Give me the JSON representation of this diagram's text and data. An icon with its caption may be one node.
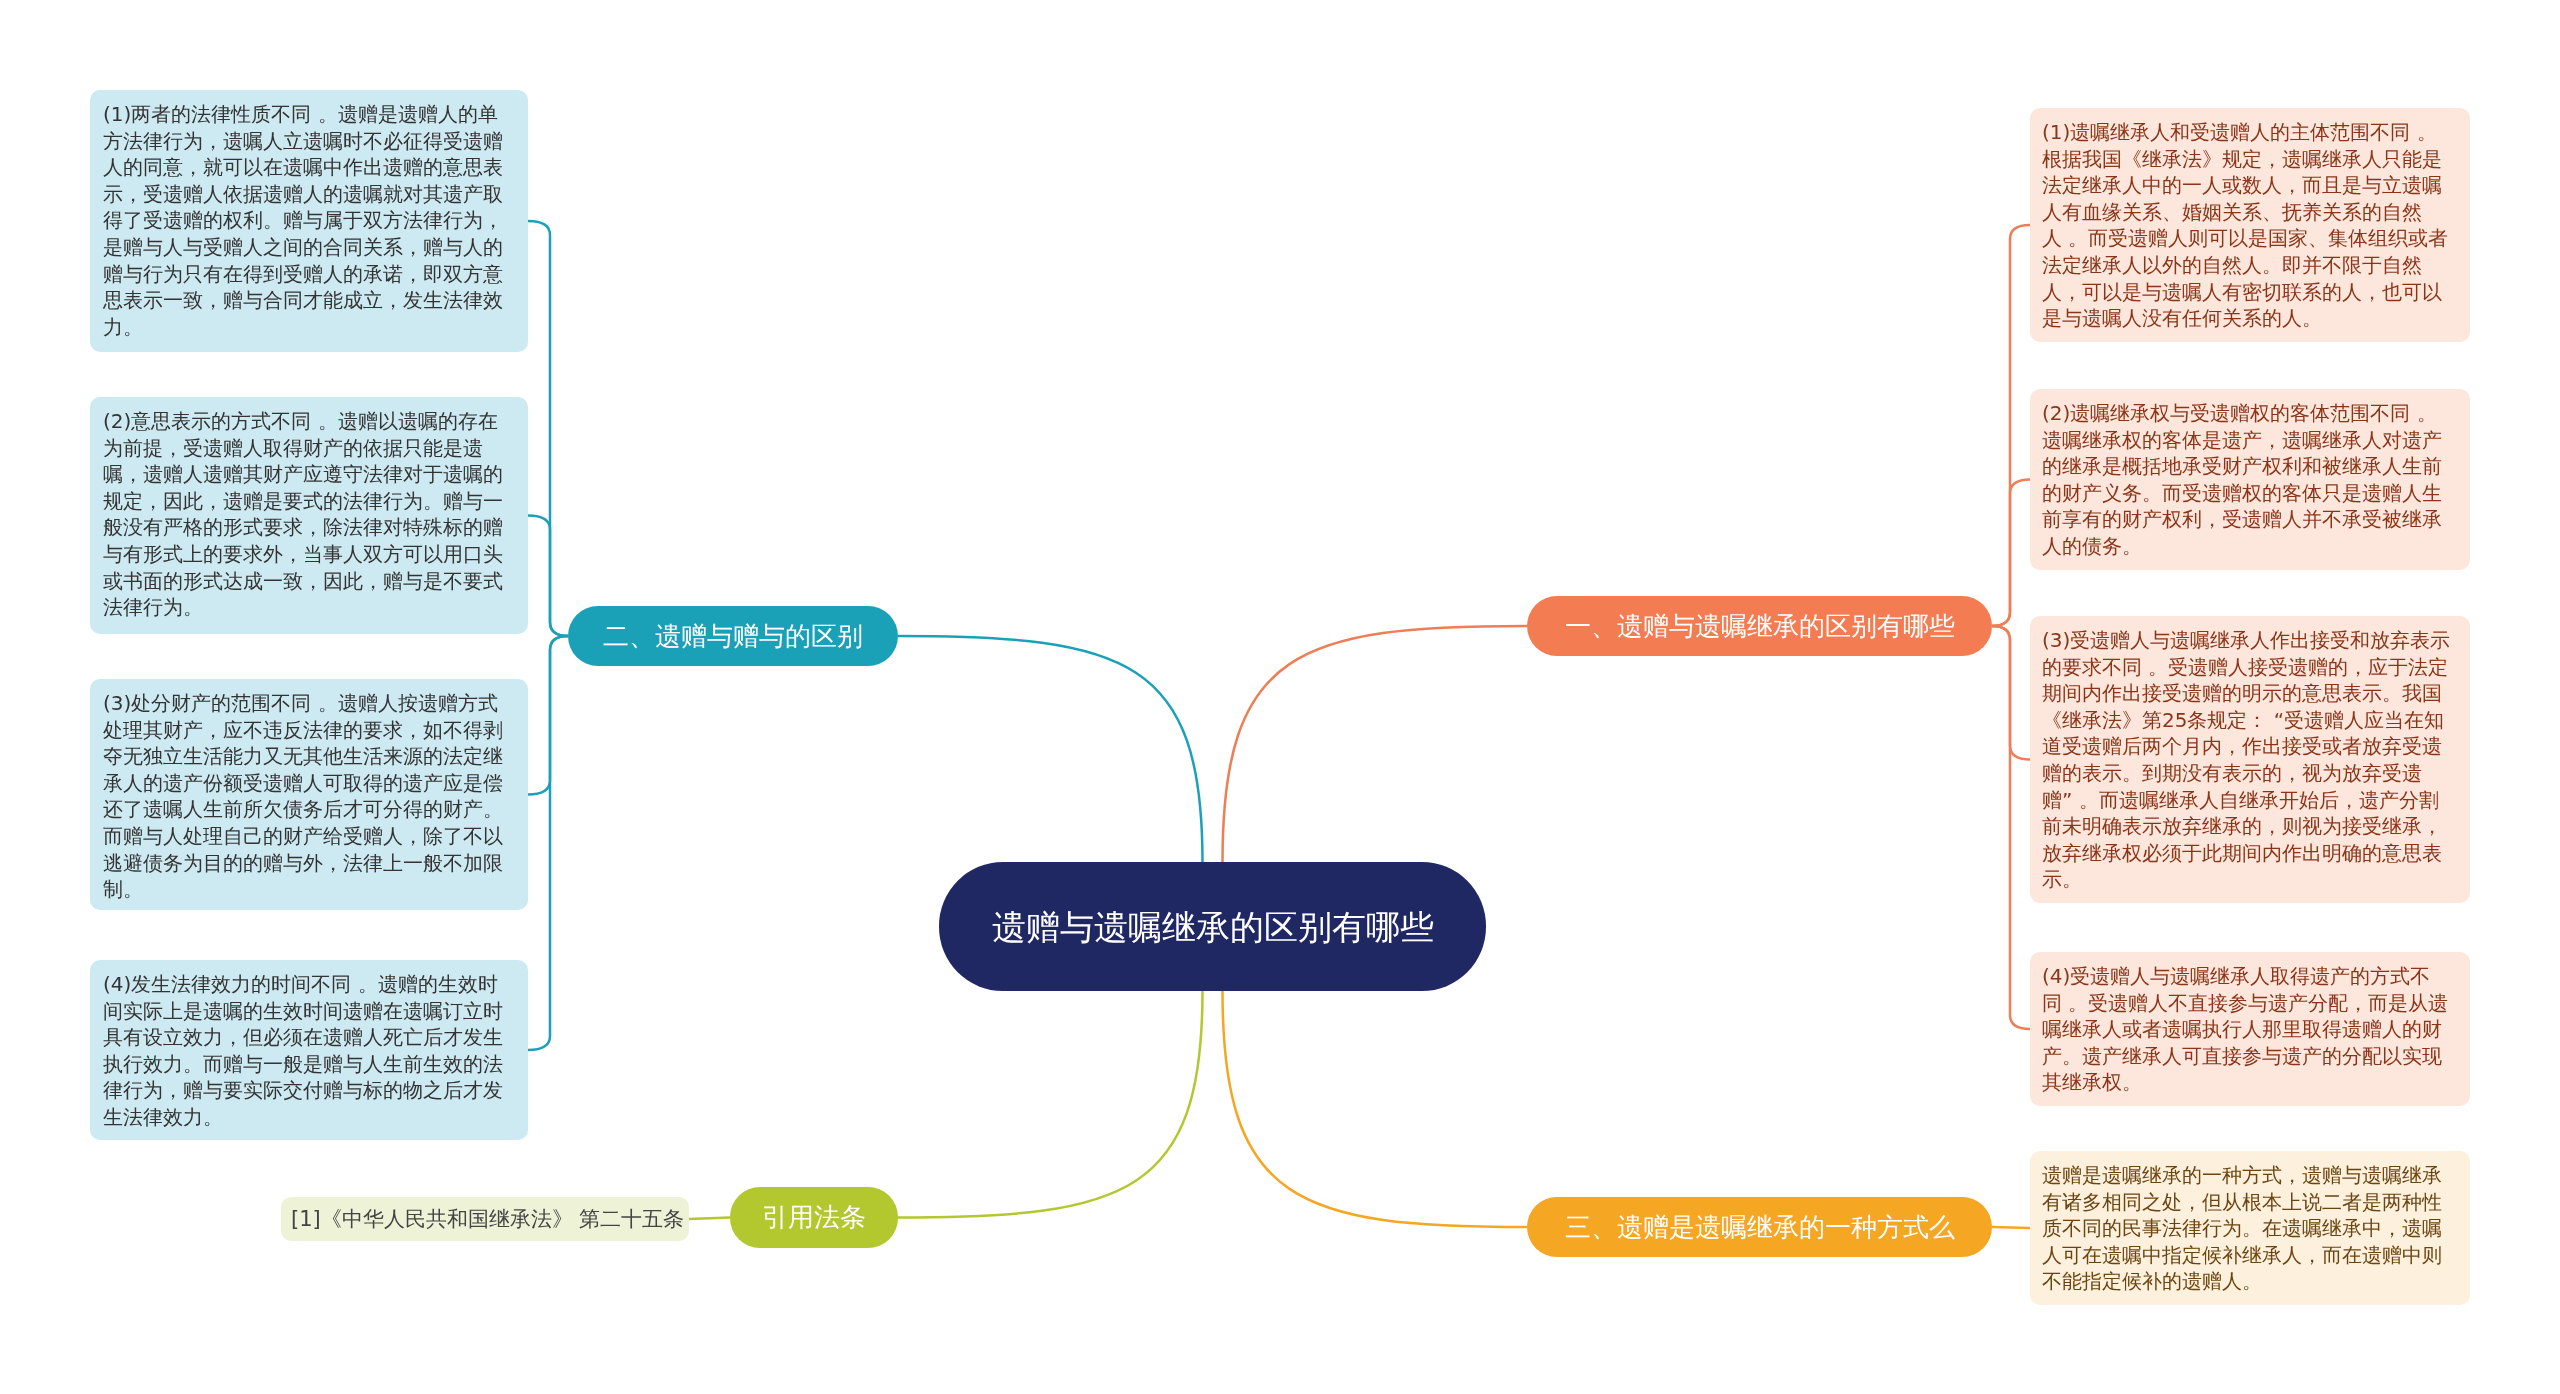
{
  "diagram": {
    "nodes": [
      {
        "text": [
          "遗赠与遗嘱继承的区别有哪些"
        ]
      },
      {
        "text": [
          "一、遗赠与遗嘱继承的区别有哪些"
        ]
      },
      {
        "text": [
          "(1)遗嘱继承人和受遗赠人的主体范围不同 。根据我国《继承法》规定，遗嘱继承人只能是法定继承人中的一人或数人，而且是与立遗嘱人有血缘关系、婚姻关系、抚养关系的自然人 。而受遗赠人则可以是国家、集体组织或者法定继承人以外的自然人。即并不限于自然人，可以是与遗嘱人有密切联系的人，也可以是与遗嘱人没有任何关系的人。"
        ]
      },
      {
        "text": [
          "(2)遗嘱继承权与受遗赠权的客体范围不同 。遗嘱继承权的客体是遗产，遗嘱继承人对遗产的继承是概括地承受财产权利和被继承人生前的财产义务。而受遗赠权的客体只是遗赠人生前享有的财产权利，受遗赠人并不承受被继承人的债务。"
        ]
      },
      {
        "text": [
          "(3)受遗赠人与遗嘱继承人作出接受和放弃表示的要求不同 。受遗赠人接受遗赠的，应于法定期间内作出接受遗赠的明示的意思表示。我国《继承法》第25条规定： “受遗赠人应当在知道受遗赠后两个月内，作出接受或者放弃受遗赠的表示。到期没有表示的，视为放弃受遗赠” 。而遗嘱继承人自继承开始后，遗产分割前未明确表示放弃继承的，则视为接受继承，放弃继承权必须于此期间内作出明确的意思表示。"
        ]
      },
      {
        "text": [
          "(4)受遗赠人与遗嘱继承人取得遗产的方式不同 。受遗赠人不直接参与遗产分配，而是从遗嘱继承人或者遗嘱执行人那里取得遗赠人的财产。遗产继承人可直接参与遗产的分配以实现其继承权。"
        ]
      },
      {
        "text": [
          "三、遗赠是遗嘱继承的一种方式么"
        ]
      },
      {
        "text": [
          "遗赠是遗嘱继承的一种方式，遗赠与遗嘱继承有诸多相同之处，但从根本上说二者是两种性质不同的民事法律行为。在遗嘱继承中，遗嘱人可在遗嘱中指定候补继承人，而在遗赠中则不能指定候补的遗赠人。"
        ]
      },
      {
        "text": [
          "二、遗赠与赠与的区别"
        ]
      },
      {
        "text": [
          "(1)两者的法律性质不同 。遗赠是遗赠人的单方法律行为，遗嘱人立遗嘱时不必征得受遗赠人的同意，就可以在遗嘱中作出遗赠的意思表示，受遗赠人依据遗赠人的遗嘱就对其遗产取得了受遗赠的权利。赠与属于双方法律行为，是赠与人与受赠人之间的合同关系，赠与人的赠与行为只有在得到受赠人的承诺，即双方意思表示一致，赠与合同才能成立，发生法律效力。"
        ]
      },
      {
        "text": [
          "(2)意思表示的方式不同 。遗赠以遗嘱的存在为前提，受遗赠人取得财产的依据只能是遗嘱，遗赠人遗赠其财产应遵守法律对于遗嘱的规定，因此，遗赠是要式的法律行为。赠与一般没有严格的形式要求，除法律对特殊标的赠与有形式上的要求外，当事人双方可以用口头或书面的形式达成一致，因此，赠与是不要式法律行为。"
        ]
      },
      {
        "text": [
          "(3)处分财产的范围不同 。遗赠人按遗赠方式处理其财产，应不违反法律的要求，如不得剥夺无独立生活能力又无其他生活来源的法定继承人的遗产份额受遗赠人可取得的遗产应是偿还了遗嘱人生前所欠债务后才可分得的财产。而赠与人处理自己的财产给受赠人，除了不以逃避债务为目的的赠与外，法律上一般不加限制。"
        ]
      },
      {
        "text": [
          "(4)发生法律效力的时间不同 。遗赠的生效时间实际上是遗嘱的生效时间遗赠在遗嘱订立时具有设立效力，但必须在遗赠人死亡后才发生执行效力。而赠与一般是赠与人生前生效的法律行为，赠与要实际交付赠与标的物之后才发生法律效力。"
        ]
      },
      {
        "text": [
          "引用法条"
        ]
      },
      {
        "text": [
          "[1]《中华人民共和国继承法》 第二十五条"
        ]
      }
    ],
    "edges": [
      {
        "from": 0,
        "to": 1,
        "arrow": "none",
        "color": "#ee7e55"
      },
      {
        "from": 1,
        "to": 2,
        "arrow": "none",
        "color": "#ee7e55"
      },
      {
        "from": 1,
        "to": 3,
        "arrow": "none",
        "color": "#ee7e55"
      },
      {
        "from": 1,
        "to": 4,
        "arrow": "none",
        "color": "#ee7e55"
      },
      {
        "from": 1,
        "to": 5,
        "arrow": "none",
        "color": "#ee7e55"
      },
      {
        "from": 0,
        "to": 6,
        "arrow": "none",
        "color": "#f5a623"
      },
      {
        "from": 6,
        "to": 7,
        "arrow": "none",
        "color": "#f5a623"
      },
      {
        "from": 0,
        "to": 8,
        "arrow": "none",
        "color": "#1ba1b7"
      },
      {
        "from": 8,
        "to": 9,
        "arrow": "none",
        "color": "#1ba1b7"
      },
      {
        "from": 8,
        "to": 10,
        "arrow": "none",
        "color": "#1ba1b7"
      },
      {
        "from": 8,
        "to": 11,
        "arrow": "none",
        "color": "#1ba1b7"
      },
      {
        "from": 8,
        "to": 12,
        "arrow": "none",
        "color": "#1ba1b7"
      },
      {
        "from": 0,
        "to": 13,
        "arrow": "none",
        "color": "#b3c72f"
      },
      {
        "from": 13,
        "to": 14,
        "arrow": "none",
        "color": "#b3c72f"
      }
    ]
  }
}
